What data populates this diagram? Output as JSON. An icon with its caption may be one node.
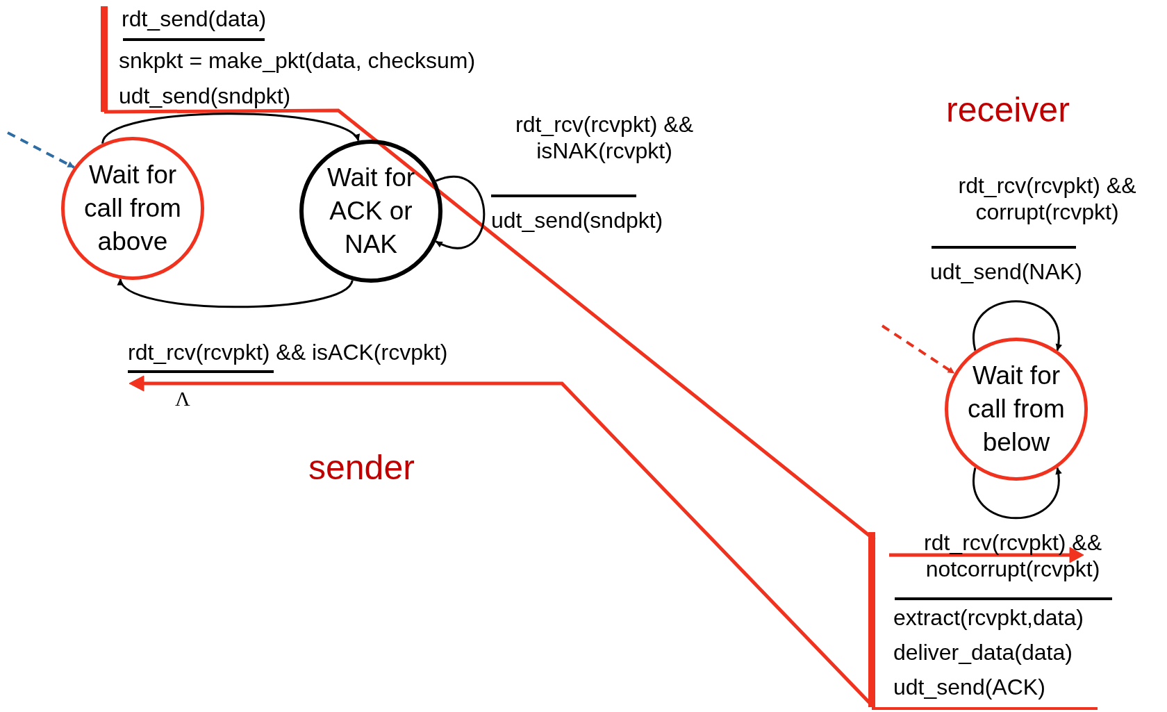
{
  "diagram": {
    "nodes": [
      {
        "text": [
          "Wait for call from above"
        ]
      },
      {
        "text": [
          "Wait for ACK or NAK"
        ]
      },
      {
        "text": [
          "Wait for call from below"
        ]
      }
    ],
    "edges": [
      {
        "from": 0,
        "to": 1,
        "arrow": "to",
        "label": "rdt_send(data)"
      },
      {
        "from": 1,
        "to": 1,
        "arrow": "to",
        "label": "rdt_rcv(rcvpkt) && isNAK(rcvpkt)"
      },
      {
        "from": 1,
        "to": 0,
        "arrow": "to",
        "label": "rdt_rcv(rcvpkt) && isACK(rcvpkt)"
      },
      {
        "from": 2,
        "to": 2,
        "arrow": "to",
        "label": "rdt_rcv(rcvpkt) && corrupt(rcvpkt)"
      },
      {
        "from": 2,
        "to": 2,
        "arrow": "to",
        "label": "rdt_rcv(rcvpkt) && notcorrupt(rcvpkt)"
      },
      {
        "from": null,
        "to": 0,
        "arrow": "to",
        "style": "dashed",
        "color": "#2e6da4"
      },
      {
        "from": null,
        "to": 2,
        "arrow": "to",
        "style": "dashed",
        "color": "#e8321e"
      }
    ],
    "labels": [
      "snkpkt = make_pkt(data, checksum)",
      "udt_send(sndpkt)",
      "receiver",
      "udt_send(sndpkt)",
      "udt_send(NAK)",
      "Λ",
      "sender",
      "extract(rcvpkt,data)",
      "deliver_data(data)",
      "udt_send(ACK)"
    ]
  }
}
